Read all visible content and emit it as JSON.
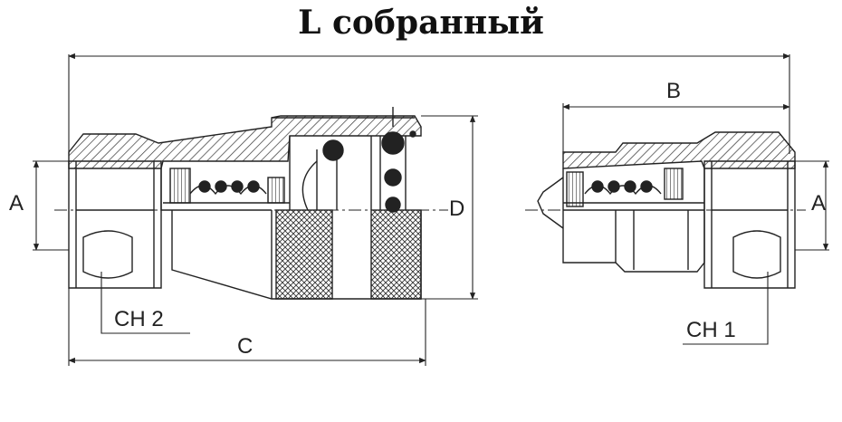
{
  "title": "L собранный",
  "labels": {
    "a_left": "A",
    "a_right": "A",
    "b": "B",
    "c": "C",
    "d": "D",
    "ch1": "CH 1",
    "ch2": "CH 2"
  },
  "colors": {
    "line": "#222222",
    "hatch": "#333333",
    "background": "#ffffff"
  }
}
